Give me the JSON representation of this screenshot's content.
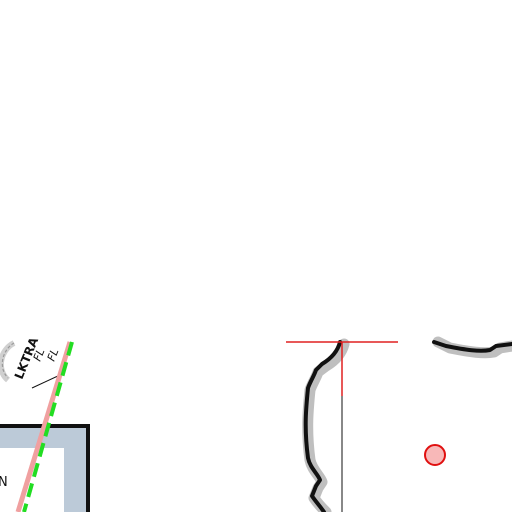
{
  "map": {
    "airspace_name": "LKTRA",
    "fl_upper": "FL",
    "fl_lower": "FL",
    "zone_letter": "N"
  },
  "colors": {
    "coastline": "#111111",
    "coastline_halo": "#bfbfbf",
    "zone_border": "#111111",
    "zone_fill": "#b8c7d6",
    "green_dashed_line": "#22dd22",
    "pink_line": "#f0a0a0",
    "red_marker_stroke": "#e01010",
    "red_marker_fill": "#f8b8b8",
    "red_tick": "#e02020",
    "background": "#ffffff"
  },
  "icons": {
    "point_marker": "circle-marker-icon",
    "compass_rose": "dashed-circle-icon"
  }
}
